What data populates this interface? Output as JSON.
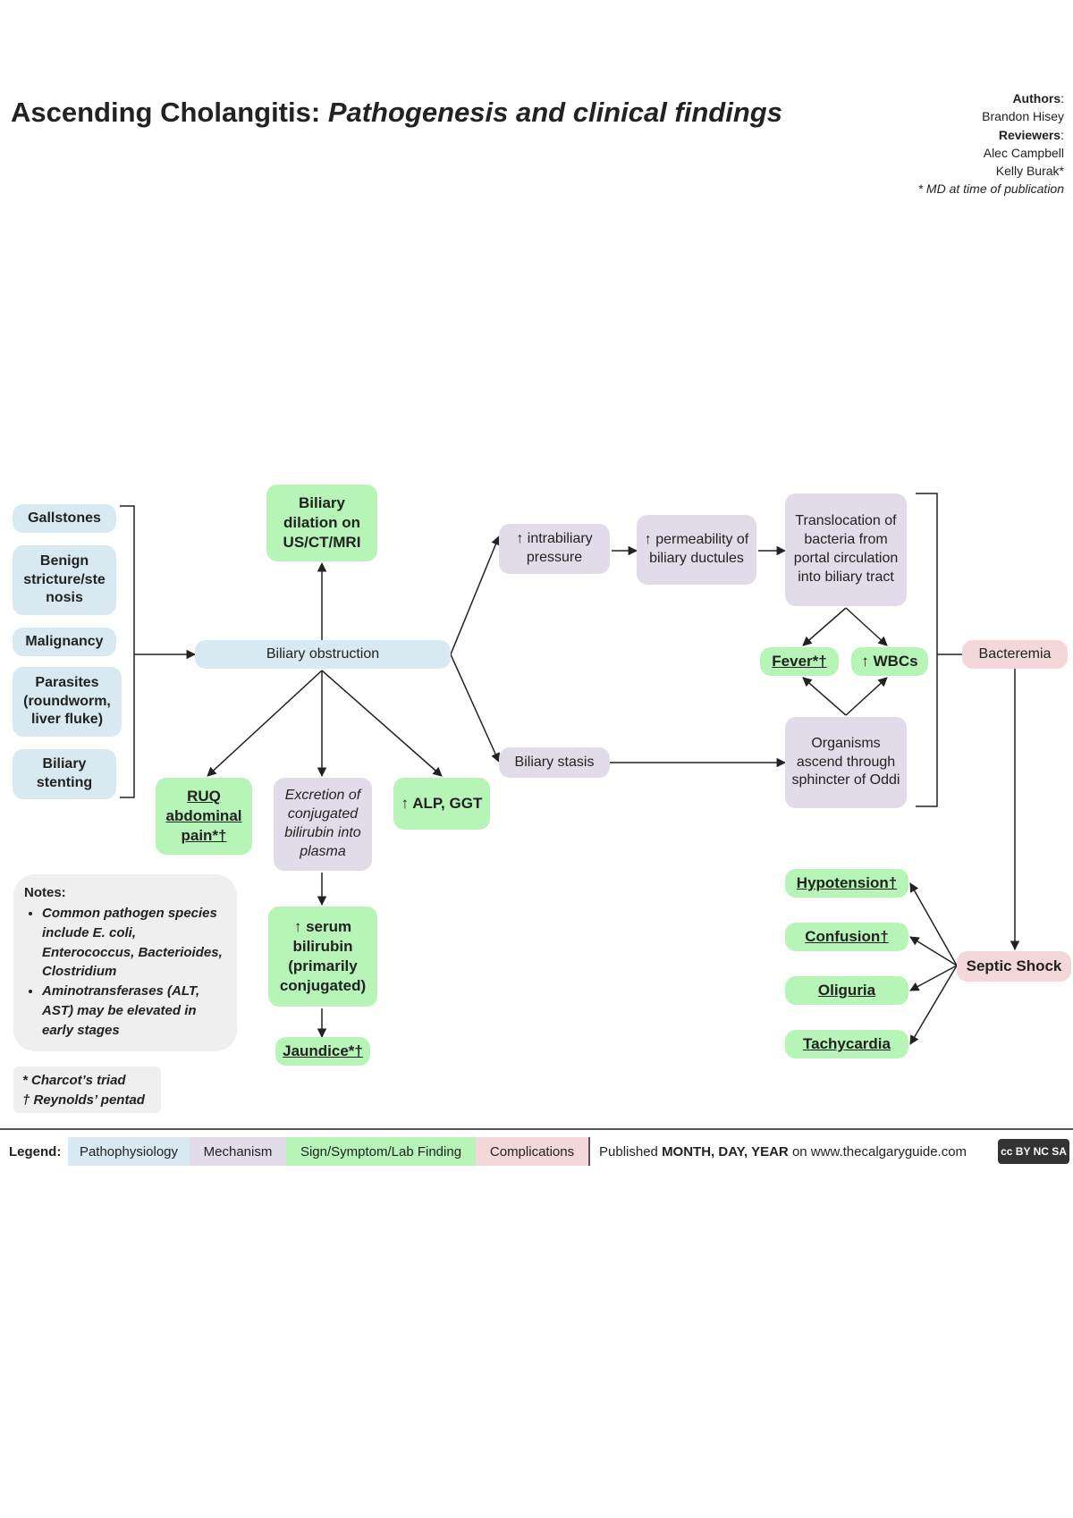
{
  "title": {
    "main": "Ascending Cholangitis:",
    "sub": "Pathogenesis and clinical findings"
  },
  "credits": {
    "authors_label": "Authors",
    "authors": [
      "Brandon Hisey"
    ],
    "reviewers_label": "Reviewers",
    "reviewers": [
      "Alec Campbell",
      "Kelly Burak*"
    ],
    "footnote": "* MD at time of publication"
  },
  "causes": [
    "Gallstones",
    "Benign stricture/ste nosis",
    "Malignancy",
    "Parasites (roundworm, liver fluke)",
    "Biliary stenting"
  ],
  "nodes": {
    "biliary_dilation": "Biliary dilation on US/CT/MRI",
    "biliary_obstruction": "Biliary obstruction",
    "ruq_pain": "RUQ abdominal pain*†",
    "excretion": "Excretion of conjugated bilirubin into plasma",
    "alp_ggt": "↑ ALP, GGT",
    "serum_bilirubin": "↑ serum bilirubin (primarily conjugated)",
    "jaundice": "Jaundice*†",
    "intrabiliary_pressure": "↑ intrabiliary pressure",
    "permeability": "↑ permeability of biliary ductules",
    "translocation": "Translocation of bacteria from portal circulation into biliary tract",
    "fever": "Fever*†",
    "wbcs": "↑ WBCs",
    "organisms": "Organisms ascend through sphincter of Oddi",
    "biliary_stasis": "Biliary stasis",
    "bacteremia": "Bacteremia",
    "septic_shock": "Septic Shock",
    "hypotension": "Hypotension†",
    "confusion": "Confusion†",
    "oliguria": "Oliguria",
    "tachycardia": "Tachycardia"
  },
  "notes": {
    "heading": "Notes:",
    "items": [
      "Common pathogen species include E. coli, Enterococcus, Bacterioides, Clostridium",
      "Aminotransferases (ALT, AST) may be elevated in early stages"
    ]
  },
  "key": [
    "* Charcot’s triad",
    "† Reynolds’ pentad"
  ],
  "legend": {
    "label": "Legend:",
    "items": [
      {
        "label": "Pathophysiology",
        "color": "#d8e9f1"
      },
      {
        "label": "Mechanism",
        "color": "#e2dcea"
      },
      {
        "label": "Sign/Symptom/Lab Finding",
        "color": "#b7f4b7"
      },
      {
        "label": "Complications",
        "color": "#f4d8d9"
      }
    ]
  },
  "footer": {
    "published_prefix": "Published",
    "published_date": "MONTH, DAY, YEAR",
    "published_suffix": "on www.thecalgaryguide.com",
    "license_badge": "cc BY NC SA"
  }
}
